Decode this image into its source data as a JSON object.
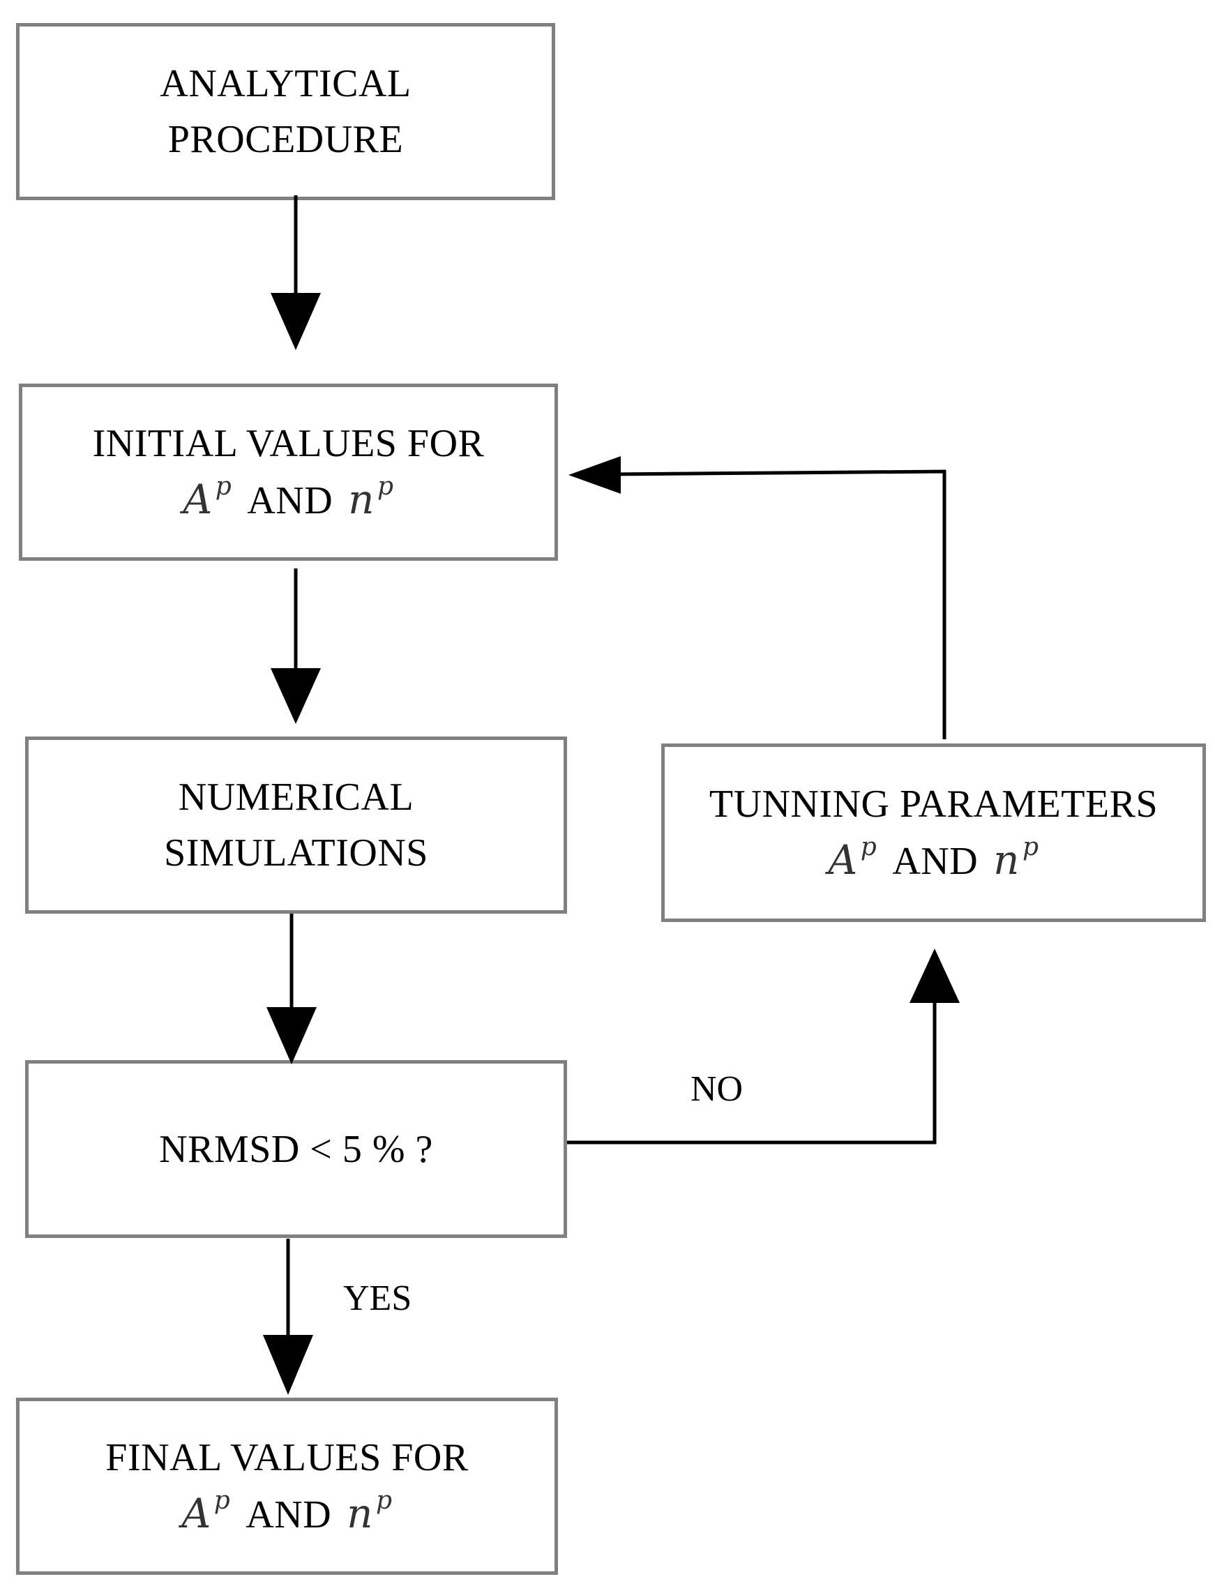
{
  "nodes": {
    "analytical": {
      "lines": [
        "ANALYTICAL",
        "PROCEDURE"
      ]
    },
    "initial": {
      "text": "INITIAL VALUES FOR",
      "var_a": "A",
      "var_n": "n",
      "sup": "p",
      "and": "AND"
    },
    "numerical": {
      "lines": [
        "NUMERICAL",
        "SIMULATIONS"
      ]
    },
    "decision": {
      "text": "NRMSD < 5 % ?"
    },
    "final": {
      "text": "FINAL VALUES FOR",
      "var_a": "A",
      "var_n": "n",
      "sup": "p",
      "and": "AND"
    },
    "tuning": {
      "text": "TUNNING PARAMETERS",
      "var_a": "A",
      "var_n": "n",
      "sup": "p",
      "and": "AND"
    }
  },
  "edges": {
    "no_label": "NO",
    "yes_label": "YES"
  },
  "colors": {
    "box_border": "#808080",
    "arrow": "#000000",
    "text": "#000000"
  }
}
